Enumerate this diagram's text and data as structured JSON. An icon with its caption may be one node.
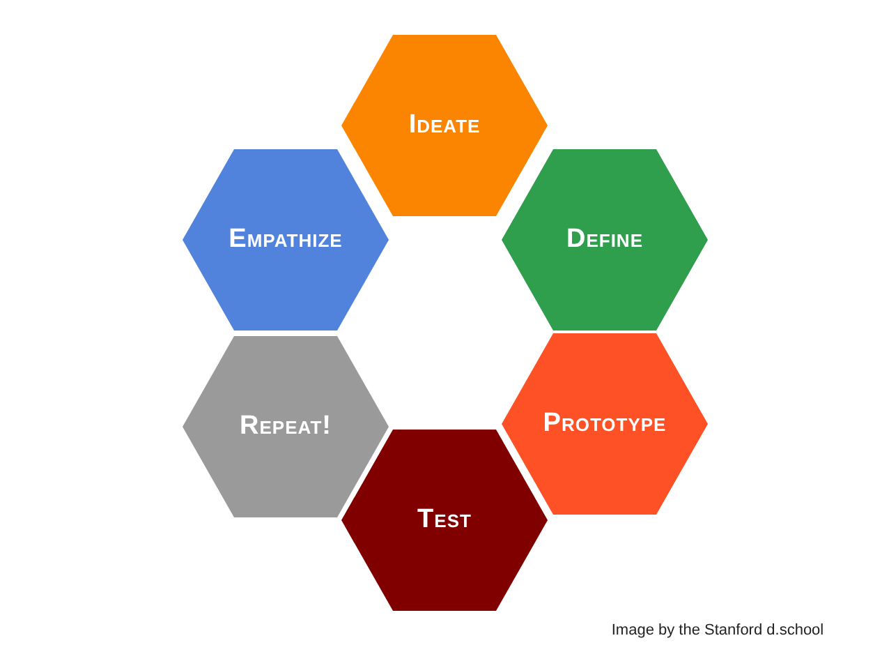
{
  "diagram": {
    "caption": "Image by the Stanford d.school",
    "nodes": [
      {
        "text": [
          "Ideate"
        ]
      },
      {
        "text": [
          "Empathize"
        ]
      },
      {
        "text": [
          "Define"
        ]
      },
      {
        "text": [
          "Repeat!"
        ]
      },
      {
        "text": [
          "Prototype"
        ]
      },
      {
        "text": [
          "Test"
        ]
      }
    ]
  }
}
